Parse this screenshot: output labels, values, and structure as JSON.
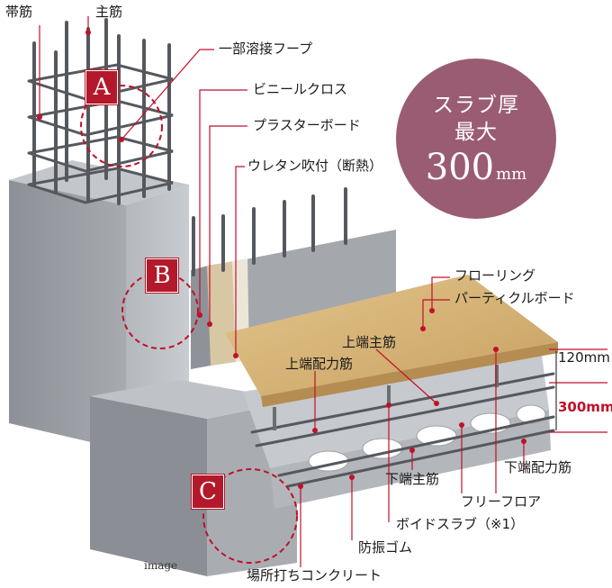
{
  "labels": {
    "hoop": "帯筋",
    "main_bar": "主筋",
    "partial_weld_hoop": "一部溶接フープ",
    "vinyl_cloth": "ビニールクロス",
    "plaster_board": "プラスターボード",
    "urethane": "ウレタン吹付（断熱）",
    "flooring": "フローリング",
    "particle_board": "パーティクルボード",
    "top_main_bar": "上端主筋",
    "top_distribution_bar": "上端配力筋",
    "bottom_main_bar": "下端主筋",
    "bottom_distribution_bar": "下端配力筋",
    "free_floor": "フリーフロア",
    "void_slab": "ボイドスラブ（※1）",
    "vibration_rubber": "防振ゴム",
    "cast_concrete": "場所打ちコンクリート",
    "image_note": "image",
    "dim_floor": "120mm",
    "dim_slab": "300mm"
  },
  "badges": {
    "a": "A",
    "b": "B",
    "c": "C"
  },
  "callout": {
    "line1": "スラブ厚",
    "line2": "最大",
    "number": "300",
    "unit": "mm"
  },
  "colors": {
    "accent": "#b3192a",
    "badge_bg": "#9a5c73",
    "dim_red": "#c0102a",
    "concrete": "#9ea2a8",
    "wood": "#d6b57a"
  }
}
